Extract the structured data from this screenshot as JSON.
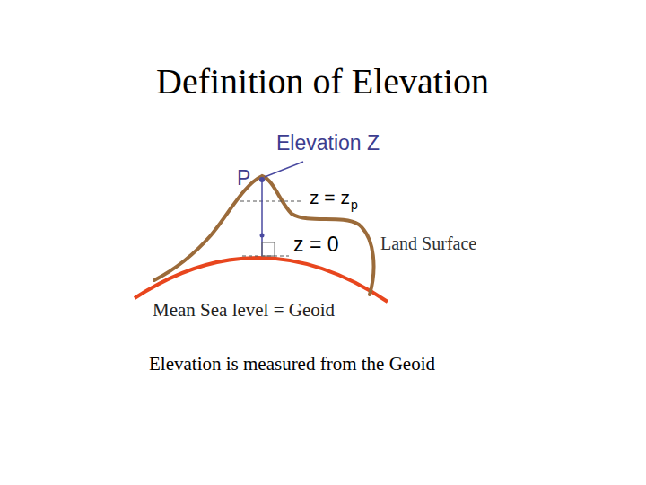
{
  "diagram": {
    "title": "Definition of Elevation",
    "labels": [
      "Elevation Z",
      "P",
      "z = z",
      "p",
      "z = 0",
      "Land Surface",
      "Mean Sea level = Geoid",
      "Elevation is measured from the Geoid"
    ]
  }
}
